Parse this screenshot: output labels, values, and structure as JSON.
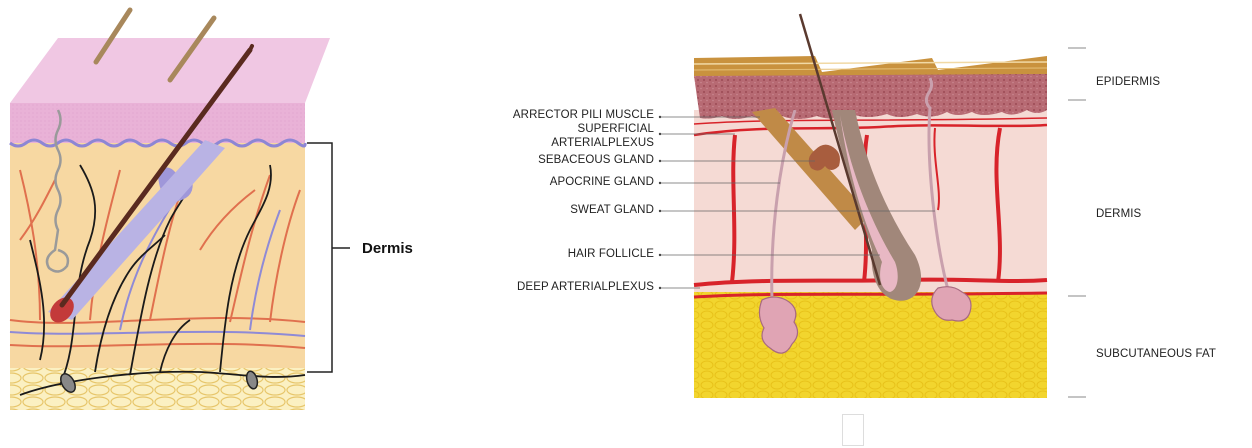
{
  "left_figure": {
    "bracket_label": "Dermis"
  },
  "right_figure": {
    "left_labels": [
      "ARRECTOR PILI MUSCLE",
      "SUPERFICIAL",
      "ARTERIALPLEXUS",
      "SEBACEOUS GLAND",
      "APOCRINE GLAND",
      "SWEAT GLAND",
      "HAIR FOLLICLE",
      "DEEP ARTERIALPLEXUS"
    ],
    "layer_labels": {
      "epidermis": "EPIDERMIS",
      "dermis": "DERMIS",
      "subcutaneous": "SUBCUTANEOUS FAT"
    }
  },
  "colors": {
    "epidermis_pink": "#e9b6d8",
    "dermis_yellow": "#f6d9a3",
    "fat_yellow": "#f2d32c",
    "artery_red": "#d8232a",
    "vein_blue": "#8a86d6",
    "nerve_black": "#1a1a1a"
  }
}
